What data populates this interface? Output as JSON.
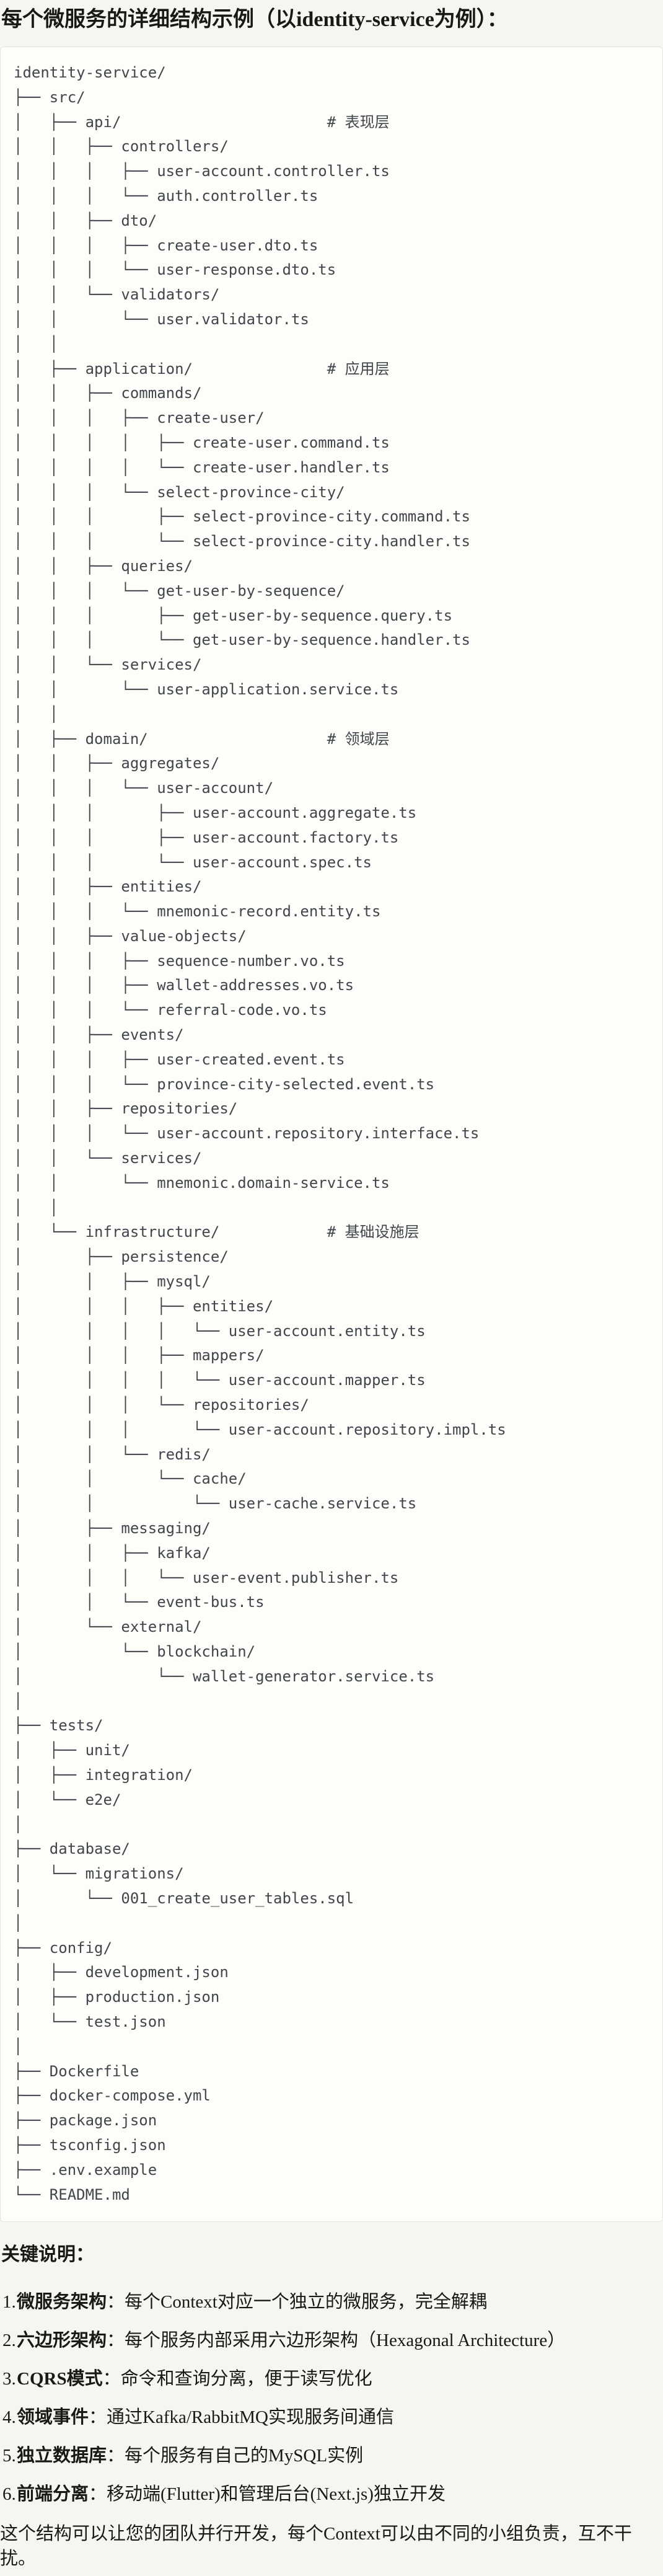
{
  "page": {
    "title": "每个微服务的详细结构示例（以identity-service为例）："
  },
  "code_block": {
    "tree_lines": [
      "identity-service/",
      "├── src/",
      "│   ├── api/                       # 表现层",
      "│   │   ├── controllers/",
      "│   │   │   ├── user-account.controller.ts",
      "│   │   │   └── auth.controller.ts",
      "│   │   ├── dto/",
      "│   │   │   ├── create-user.dto.ts",
      "│   │   │   └── user-response.dto.ts",
      "│   │   └── validators/",
      "│   │       └── user.validator.ts",
      "│   │",
      "│   ├── application/               # 应用层",
      "│   │   ├── commands/",
      "│   │   │   ├── create-user/",
      "│   │   │   │   ├── create-user.command.ts",
      "│   │   │   │   └── create-user.handler.ts",
      "│   │   │   └── select-province-city/",
      "│   │   │       ├── select-province-city.command.ts",
      "│   │   │       └── select-province-city.handler.ts",
      "│   │   ├── queries/",
      "│   │   │   └── get-user-by-sequence/",
      "│   │   │       ├── get-user-by-sequence.query.ts",
      "│   │   │       └── get-user-by-sequence.handler.ts",
      "│   │   └── services/",
      "│   │       └── user-application.service.ts",
      "│   │",
      "│   ├── domain/                    # 领域层",
      "│   │   ├── aggregates/",
      "│   │   │   └── user-account/",
      "│   │   │       ├── user-account.aggregate.ts",
      "│   │   │       ├── user-account.factory.ts",
      "│   │   │       └── user-account.spec.ts",
      "│   │   ├── entities/",
      "│   │   │   └── mnemonic-record.entity.ts",
      "│   │   ├── value-objects/",
      "│   │   │   ├── sequence-number.vo.ts",
      "│   │   │   ├── wallet-addresses.vo.ts",
      "│   │   │   └── referral-code.vo.ts",
      "│   │   ├── events/",
      "│   │   │   ├── user-created.event.ts",
      "│   │   │   └── province-city-selected.event.ts",
      "│   │   ├── repositories/",
      "│   │   │   └── user-account.repository.interface.ts",
      "│   │   └── services/",
      "│   │       └── mnemonic.domain-service.ts",
      "│   │",
      "│   └── infrastructure/            # 基础设施层",
      "│       ├── persistence/",
      "│       │   ├── mysql/",
      "│       │   │   ├── entities/",
      "│       │   │   │   └── user-account.entity.ts",
      "│       │   │   ├── mappers/",
      "│       │   │   │   └── user-account.mapper.ts",
      "│       │   │   └── repositories/",
      "│       │   │       └── user-account.repository.impl.ts",
      "│       │   └── redis/",
      "│       │       └── cache/",
      "│       │           └── user-cache.service.ts",
      "│       ├── messaging/",
      "│       │   ├── kafka/",
      "│       │   │   └── user-event.publisher.ts",
      "│       │   └── event-bus.ts",
      "│       └── external/",
      "│           └── blockchain/",
      "│               └── wallet-generator.service.ts",
      "│",
      "├── tests/",
      "│   ├── unit/",
      "│   ├── integration/",
      "│   └── e2e/",
      "│",
      "├── database/",
      "│   └── migrations/",
      "│       └── 001_create_user_tables.sql",
      "│",
      "├── config/",
      "│   ├── development.json",
      "│   ├── production.json",
      "│   └── test.json",
      "│",
      "├── Dockerfile",
      "├── docker-compose.yml",
      "├── package.json",
      "├── tsconfig.json",
      "├── .env.example",
      "└── README.md"
    ]
  },
  "notes": {
    "heading": "关键说明：",
    "items": [
      {
        "num": "1.",
        "term": "微服务架构",
        "desc": "：每个Context对应一个独立的微服务，完全解耦"
      },
      {
        "num": "2.",
        "term": "六边形架构",
        "desc": "：每个服务内部采用六边形架构（Hexagonal Architecture）"
      },
      {
        "num": "3.",
        "term": "CQRS模式",
        "desc": "：命令和查询分离，便于读写优化"
      },
      {
        "num": "4.",
        "term": "领域事件",
        "desc": "：通过Kafka/RabbitMQ实现服务间通信"
      },
      {
        "num": "5.",
        "term": "独立数据库",
        "desc": "：每个服务有自己的MySQL实例"
      },
      {
        "num": "6.",
        "term": "前端分离",
        "desc": "：移动端(Flutter)和管理后台(Next.js)独立开发"
      }
    ],
    "footer": "这个结构可以让您的团队并行开发，每个Context可以由不同的小组负责，互不干扰。"
  }
}
